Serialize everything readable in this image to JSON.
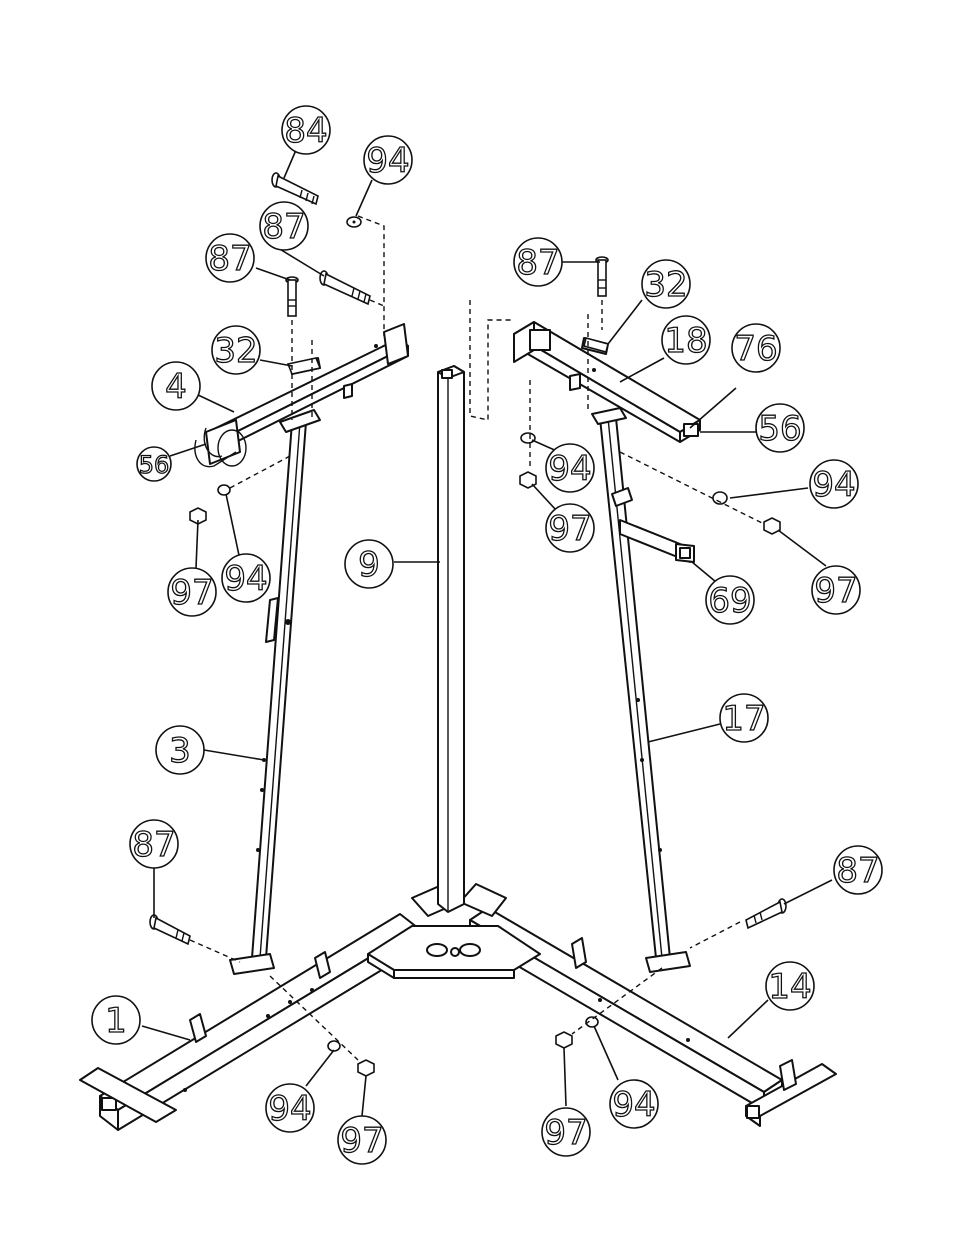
{
  "diagram": {
    "type": "exploded-assembly",
    "callouts": [
      {
        "id": "c84",
        "label": "84"
      },
      {
        "id": "c94-top",
        "label": "94"
      },
      {
        "id": "c87-top-a",
        "label": "87"
      },
      {
        "id": "c87-top-b",
        "label": "87"
      },
      {
        "id": "c32-left",
        "label": "32"
      },
      {
        "id": "c4",
        "label": "4"
      },
      {
        "id": "c56-left",
        "label": "56"
      },
      {
        "id": "c97-left",
        "label": "97"
      },
      {
        "id": "c94-left",
        "label": "94"
      },
      {
        "id": "c9",
        "label": "9"
      },
      {
        "id": "c3",
        "label": "3"
      },
      {
        "id": "c87-left-low",
        "label": "87"
      },
      {
        "id": "c1",
        "label": "1"
      },
      {
        "id": "c94-bottom-left",
        "label": "94"
      },
      {
        "id": "c97-bottom-left",
        "label": "97"
      },
      {
        "id": "c87-right-top",
        "label": "87"
      },
      {
        "id": "c32-right",
        "label": "32"
      },
      {
        "id": "c18",
        "label": "18"
      },
      {
        "id": "c76",
        "label": "76"
      },
      {
        "id": "c56-right",
        "label": "56"
      },
      {
        "id": "c94-mid",
        "label": "94"
      },
      {
        "id": "c97-mid",
        "label": "97"
      },
      {
        "id": "c94-right",
        "label": "94"
      },
      {
        "id": "c97-right",
        "label": "97"
      },
      {
        "id": "c69",
        "label": "69"
      },
      {
        "id": "c17",
        "label": "17"
      },
      {
        "id": "c87-right-low",
        "label": "87"
      },
      {
        "id": "c14",
        "label": "14"
      },
      {
        "id": "c97-bottom-right",
        "label": "97"
      },
      {
        "id": "c94-bottom-right",
        "label": "94"
      }
    ]
  }
}
